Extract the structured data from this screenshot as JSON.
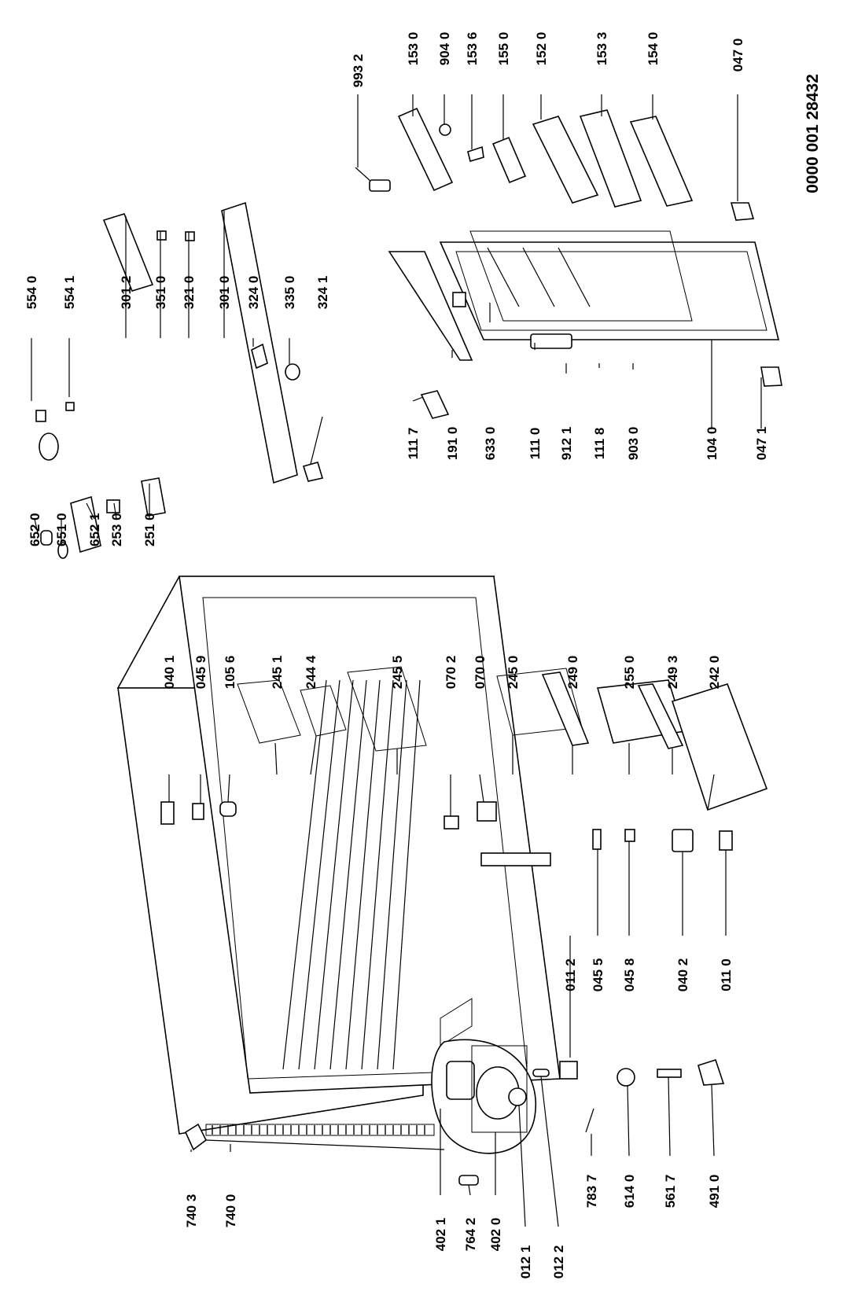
{
  "document_number": "0000 001 28432",
  "parts": [
    {
      "id": "993-2",
      "label": "993 2"
    },
    {
      "id": "153-0",
      "label": "153 0"
    },
    {
      "id": "904-0",
      "label": "904 0"
    },
    {
      "id": "153-6",
      "label": "153 6"
    },
    {
      "id": "155-0",
      "label": "155 0"
    },
    {
      "id": "152-0",
      "label": "152 0"
    },
    {
      "id": "153-3",
      "label": "153 3"
    },
    {
      "id": "154-0",
      "label": "154 0"
    },
    {
      "id": "047-0",
      "label": "047 0"
    },
    {
      "id": "554-0",
      "label": "554 0"
    },
    {
      "id": "554-1",
      "label": "554 1"
    },
    {
      "id": "301-2",
      "label": "301 2"
    },
    {
      "id": "351-0",
      "label": "351 0"
    },
    {
      "id": "321-0",
      "label": "321 0"
    },
    {
      "id": "301-0",
      "label": "301 0"
    },
    {
      "id": "324-0",
      "label": "324 0"
    },
    {
      "id": "335-0",
      "label": "335 0"
    },
    {
      "id": "324-1",
      "label": "324 1"
    },
    {
      "id": "652-0",
      "label": "652 0"
    },
    {
      "id": "651-0",
      "label": "651 0"
    },
    {
      "id": "652-1",
      "label": "652 1"
    },
    {
      "id": "253-0",
      "label": "253 0"
    },
    {
      "id": "251-0",
      "label": "251 0"
    },
    {
      "id": "111-7",
      "label": "111 7"
    },
    {
      "id": "191-0",
      "label": "191 0"
    },
    {
      "id": "633-0",
      "label": "633 0"
    },
    {
      "id": "111-0",
      "label": "111 0"
    },
    {
      "id": "912-1",
      "label": "912 1"
    },
    {
      "id": "111-8",
      "label": "111 8"
    },
    {
      "id": "903-0",
      "label": "903 0"
    },
    {
      "id": "104-0",
      "label": "104 0"
    },
    {
      "id": "047-1",
      "label": "047 1"
    },
    {
      "id": "040-1",
      "label": "040 1"
    },
    {
      "id": "045-9",
      "label": "045 9"
    },
    {
      "id": "105-6",
      "label": "105 6"
    },
    {
      "id": "245-1",
      "label": "245 1"
    },
    {
      "id": "244-4",
      "label": "244 4"
    },
    {
      "id": "245-5",
      "label": "245 5"
    },
    {
      "id": "070-2",
      "label": "070 2"
    },
    {
      "id": "070-0",
      "label": "070 0"
    },
    {
      "id": "245-0",
      "label": "245 0"
    },
    {
      "id": "249-0",
      "label": "249 0"
    },
    {
      "id": "255-0",
      "label": "255 0"
    },
    {
      "id": "249-3",
      "label": "249 3"
    },
    {
      "id": "242-0",
      "label": "242 0"
    },
    {
      "id": "011-2",
      "label": "011 2"
    },
    {
      "id": "045-5",
      "label": "045 5"
    },
    {
      "id": "045-8",
      "label": "045 8"
    },
    {
      "id": "040-2",
      "label": "040 2"
    },
    {
      "id": "011-0",
      "label": "011 0"
    },
    {
      "id": "740-3",
      "label": "740 3"
    },
    {
      "id": "740-0",
      "label": "740 0"
    },
    {
      "id": "402-1",
      "label": "402 1"
    },
    {
      "id": "764-2",
      "label": "764 2"
    },
    {
      "id": "402-0",
      "label": "402 0"
    },
    {
      "id": "012-1",
      "label": "012 1"
    },
    {
      "id": "012-2",
      "label": "012 2"
    },
    {
      "id": "783-7",
      "label": "783 7"
    },
    {
      "id": "614-0",
      "label": "614 0"
    },
    {
      "id": "561-7",
      "label": "561 7"
    },
    {
      "id": "491-0",
      "label": "491 0"
    }
  ]
}
